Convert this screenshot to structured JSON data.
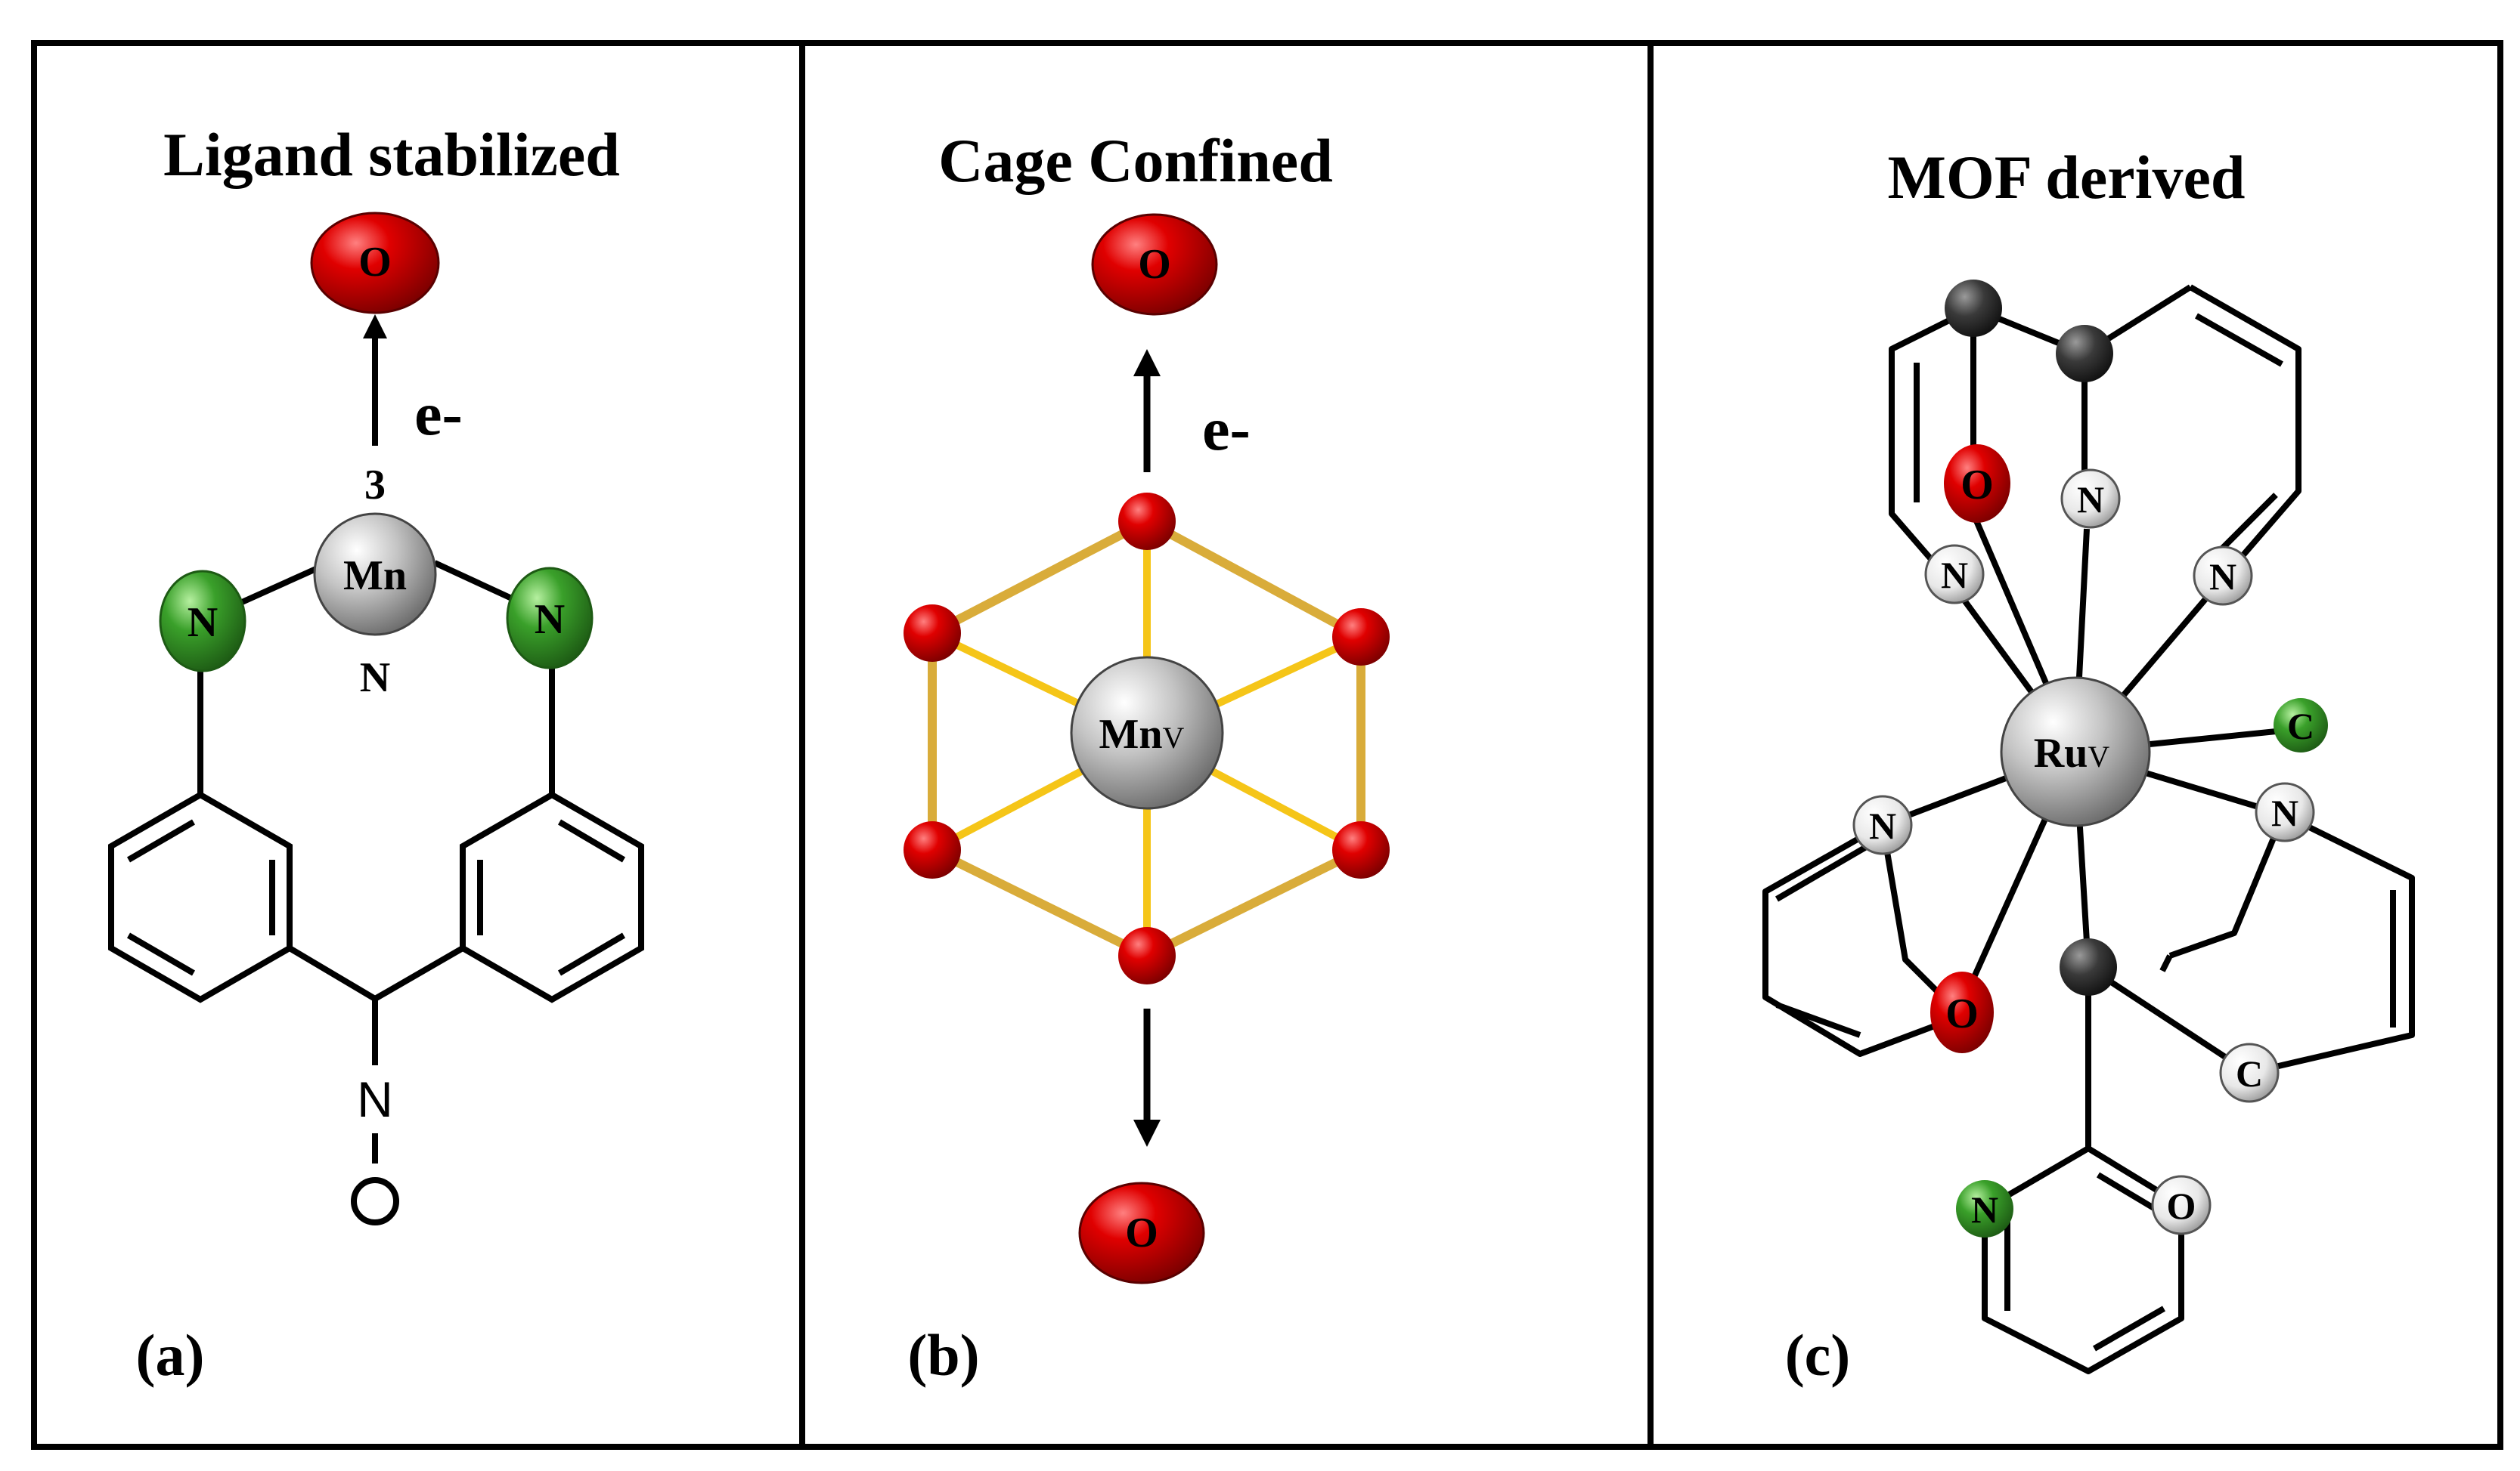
{
  "panels": [
    {
      "title": "Ligand stabilized",
      "label": "(a)"
    },
    {
      "title": "Cage Confined",
      "label": "(b)"
    },
    {
      "title": "MOF derived",
      "label": "(c)"
    }
  ],
  "panel_a": {
    "oxo": "O",
    "electron": "e-",
    "count": "3",
    "metal": "Mn",
    "n_left": "N",
    "n_right": "N",
    "n_center": "N",
    "no_n": "N",
    "no_o": "O"
  },
  "panel_b": {
    "oxo_top": "O",
    "electron": "e-",
    "metal": "Mn",
    "metal_sub": "V",
    "oxo_bottom": "O"
  },
  "panel_c": {
    "metal": "Ru",
    "metal_sub": "V",
    "o_upper": "O",
    "n_upper": "N",
    "n_left_upper": "N",
    "n_right_upper": "N",
    "c_right": "C",
    "n_left_lower": "N",
    "n_right_lower": "N",
    "o_lower": "O",
    "c_lower": "C",
    "n_bottom": "N",
    "o_bottom": "O"
  },
  "colors": {
    "oxygen": "#cc0000",
    "nitrogen_green": "#3aa02a",
    "metal": "#c0c0c0",
    "carbon_dark": "#3a3a3a",
    "white_atom": "#f2f2f2",
    "gold": "#e8c030"
  }
}
